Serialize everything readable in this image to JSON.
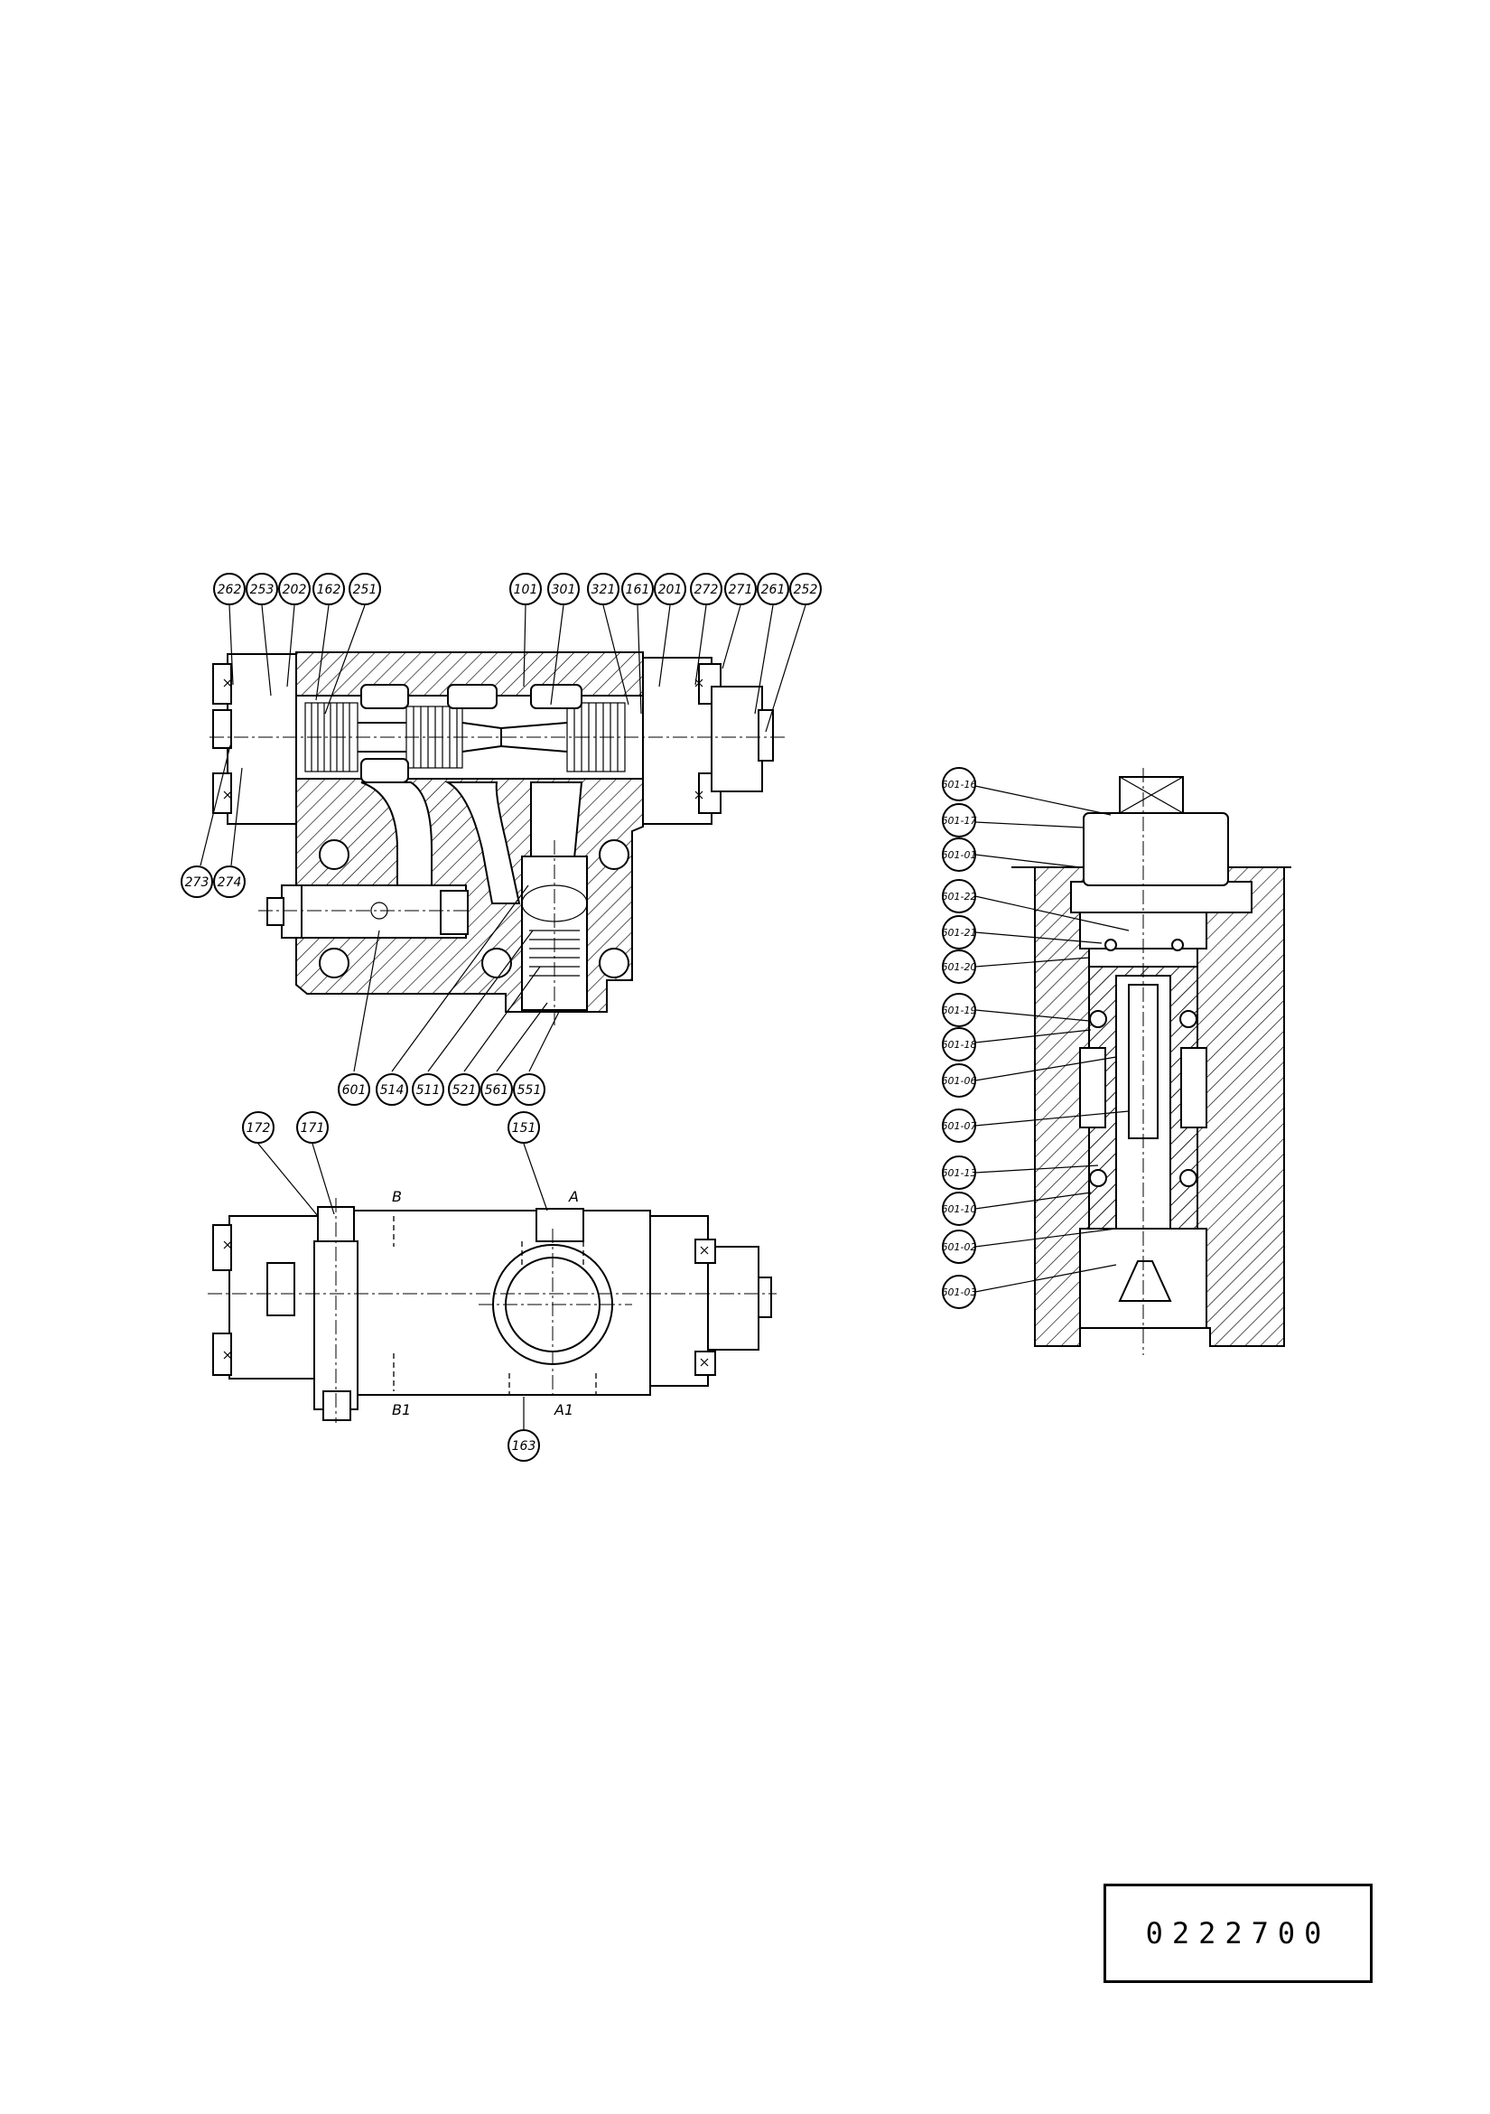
{
  "top_view": {
    "balloons": [
      "262",
      "253",
      "202",
      "162",
      "251",
      "101",
      "301",
      "321",
      "161",
      "201",
      "272",
      "271",
      "261",
      "252",
      "273",
      "274",
      "601",
      "514",
      "511",
      "521",
      "561",
      "551"
    ]
  },
  "side_view": {
    "balloons": [
      "172",
      "171",
      "151",
      "163"
    ],
    "port_labels": [
      "B",
      "A",
      "B1",
      "A1"
    ]
  },
  "detail_view": {
    "balloons": [
      "601-16",
      "601-17",
      "601-01",
      "601-22",
      "601-21",
      "601-20",
      "601-19",
      "601-18",
      "601-06",
      "601-07",
      "601-13",
      "601-10",
      "601-02",
      "601-03"
    ]
  },
  "title_block": {
    "document_number": "0222700"
  }
}
